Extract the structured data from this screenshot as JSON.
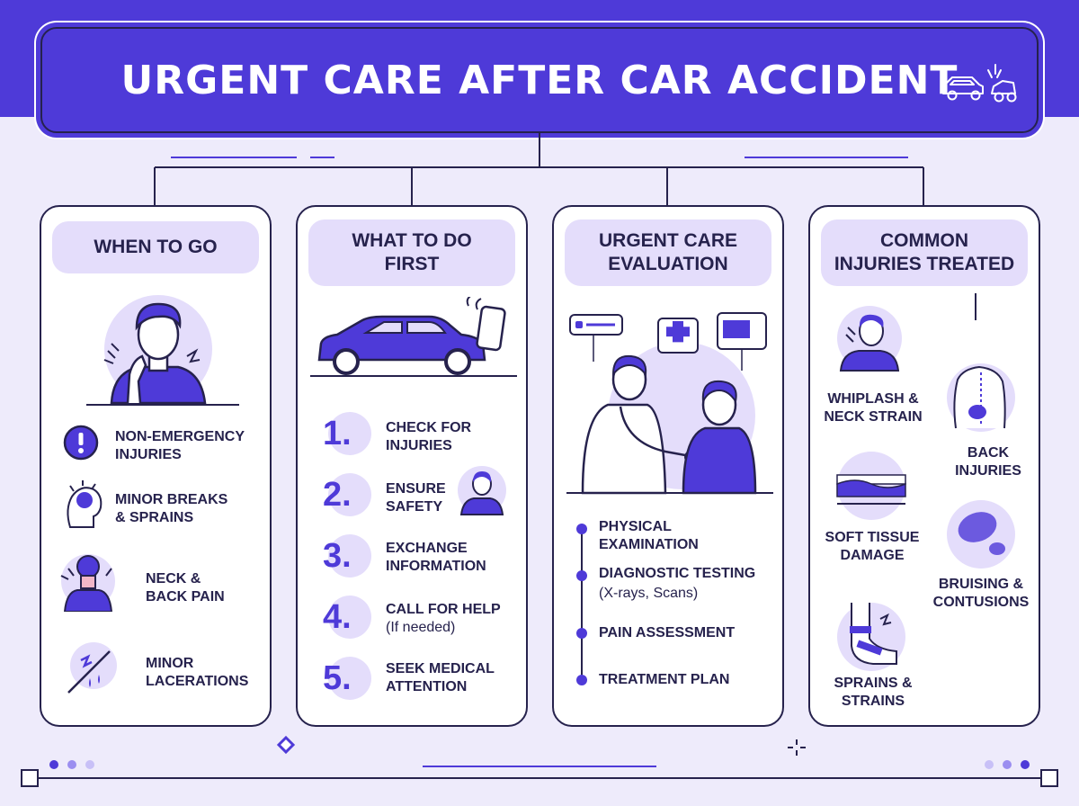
{
  "header": {
    "title": "URGENT CARE AFTER CAR ACCIDENT",
    "icon": "car-crash-icon"
  },
  "colors": {
    "brand": "#4e3ad8",
    "light": "#e4ddfb",
    "ink": "#26224d",
    "background": "#eeebfb"
  },
  "when_to_go": {
    "title": "WHEN TO GO",
    "items": [
      {
        "icon": "exclamation-icon",
        "label": "NON-EMERGENCY\nINJURIES"
      },
      {
        "icon": "head-pain-icon",
        "label": "MINOR BREAKS\n& SPRAINS"
      },
      {
        "icon": "neck-pain-icon",
        "label": "NECK &\nBACK PAIN"
      },
      {
        "icon": "laceration-icon",
        "label": "MINOR\nLACERATIONS"
      }
    ]
  },
  "what_to_do_first": {
    "title": "WHAT TO DO\nFIRST",
    "steps": [
      {
        "number": "1.",
        "label": "CHECK FOR\nINJURIES"
      },
      {
        "number": "2.",
        "label": "ENSURE\nSAFETY"
      },
      {
        "number": "3.",
        "label": "EXCHANGE\nINFORMATION"
      },
      {
        "number": "4.",
        "label": "CALL FOR HELP",
        "note": "(If needed)"
      },
      {
        "number": "5.",
        "label": "SEEK MEDICAL\nATTENTION"
      }
    ]
  },
  "urgent_care_evaluation": {
    "title": "URGENT CARE\nEVALUATION",
    "items": [
      {
        "label": "PHYSICAL\nEXAMINATION"
      },
      {
        "label": "DIAGNOSTIC TESTING",
        "note": "(X-rays, Scans)"
      },
      {
        "label": "PAIN ASSESSMENT"
      },
      {
        "label": "TREATMENT PLAN"
      }
    ]
  },
  "common_injuries": {
    "title": "COMMON\nINJURIES TREATED",
    "items": [
      {
        "icon": "whiplash-icon",
        "label": "WHIPLASH &\nNECK STRAIN"
      },
      {
        "icon": "back-injury-icon",
        "label": "BACK\nINJURIES"
      },
      {
        "icon": "soft-tissue-icon",
        "label": "SOFT TISSUE\nDAMAGE"
      },
      {
        "icon": "bruise-icon",
        "label": "BRUISING &\nCONTUSIONS"
      },
      {
        "icon": "ankle-sprain-icon",
        "label": "SPRAINS &\nSTRAINS"
      }
    ]
  }
}
